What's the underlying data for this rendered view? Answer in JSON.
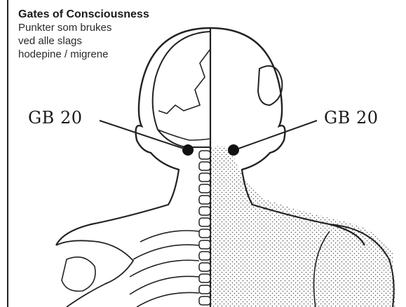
{
  "title": "Gates of Consciousness",
  "subtitle_lines": [
    "Punkter som brukes",
    "ved alle slags",
    "hodepine / migrene"
  ],
  "labels": {
    "left_point": "GB 20",
    "right_point": "GB 20"
  }
}
